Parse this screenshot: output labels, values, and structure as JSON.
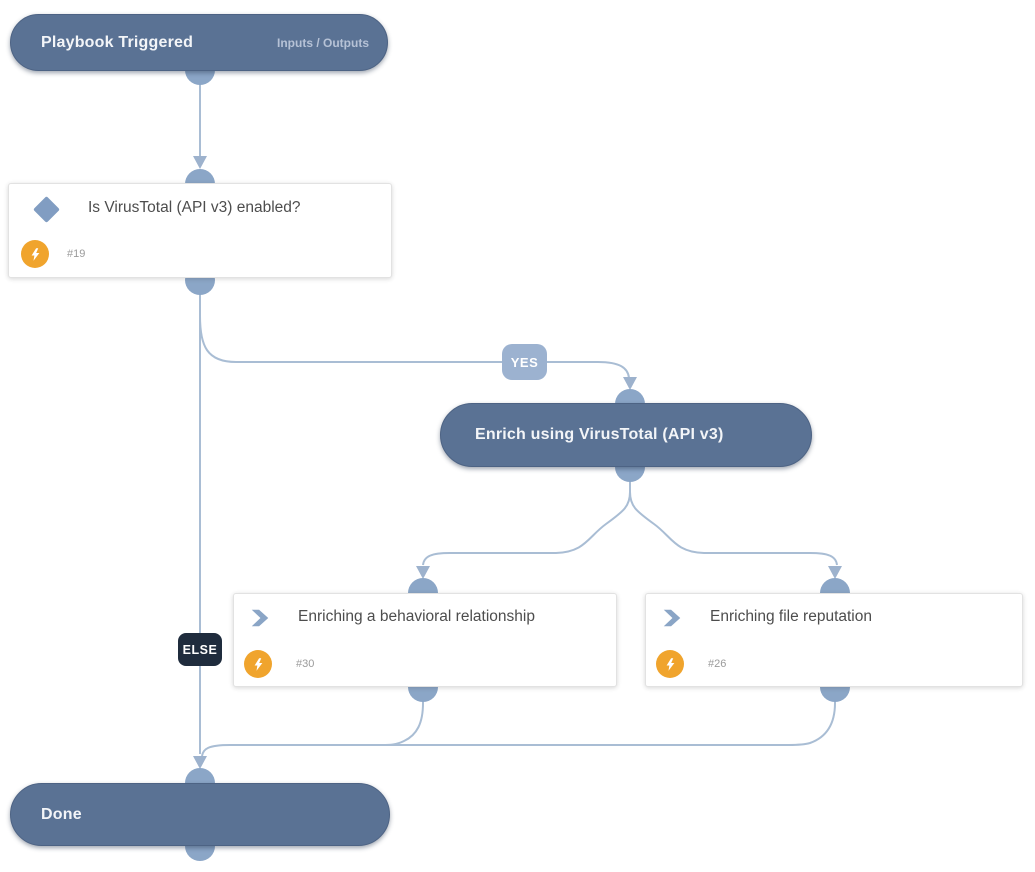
{
  "nodes": {
    "playbook_trigger": {
      "title": "Playbook Triggered",
      "io_link": "Inputs / Outputs"
    },
    "condition": {
      "title": "Is VirusTotal (API v3) enabled?",
      "task_id": "#19"
    },
    "enrich": {
      "title": "Enrich using VirusTotal (API v3)"
    },
    "task_behavioral": {
      "title": "Enriching a behavioral relationship",
      "task_id": "#30"
    },
    "task_reputation": {
      "title": "Enriching file reputation",
      "task_id": "#26"
    },
    "done": {
      "title": "Done"
    }
  },
  "edge_labels": {
    "yes": "YES",
    "else": "ELSE"
  },
  "icons": {
    "condition": "diamond-icon",
    "automation": "lightning-bolt-icon",
    "sub_task": "chevron-right-icon"
  },
  "colors": {
    "pill_fill": "#5a7294",
    "connector_line": "#a9bdd4",
    "connector_dot": "#8ba6c7",
    "yes_badge": "#9cb2d0",
    "else_badge": "#1f2c3d",
    "automation_badge": "#f0a42d",
    "card_title": "#4d4d4d",
    "task_id_text": "#9b9b9b"
  }
}
